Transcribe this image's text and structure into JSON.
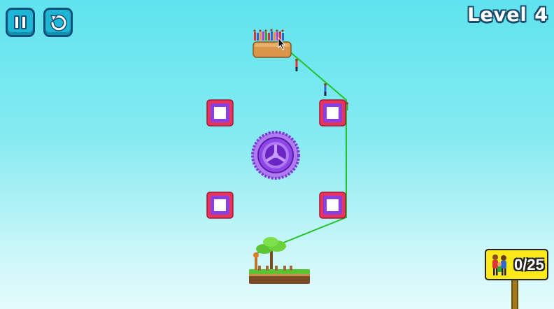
{
  "hud": {
    "level_label": "Level 4",
    "pause_icon": "pause-icon",
    "restart_icon": "restart-icon"
  },
  "counter": {
    "text": "0/25",
    "icon": "people-group-icon",
    "rescued": 0,
    "total": 25
  },
  "colors": {
    "sky_top": "#5fe3ee",
    "rope": "#22c22a",
    "anchor_pink": "#e8345c",
    "anchor_purple": "#8a3fe0",
    "saw": "#8d46e8",
    "sign": "#fde81a"
  }
}
